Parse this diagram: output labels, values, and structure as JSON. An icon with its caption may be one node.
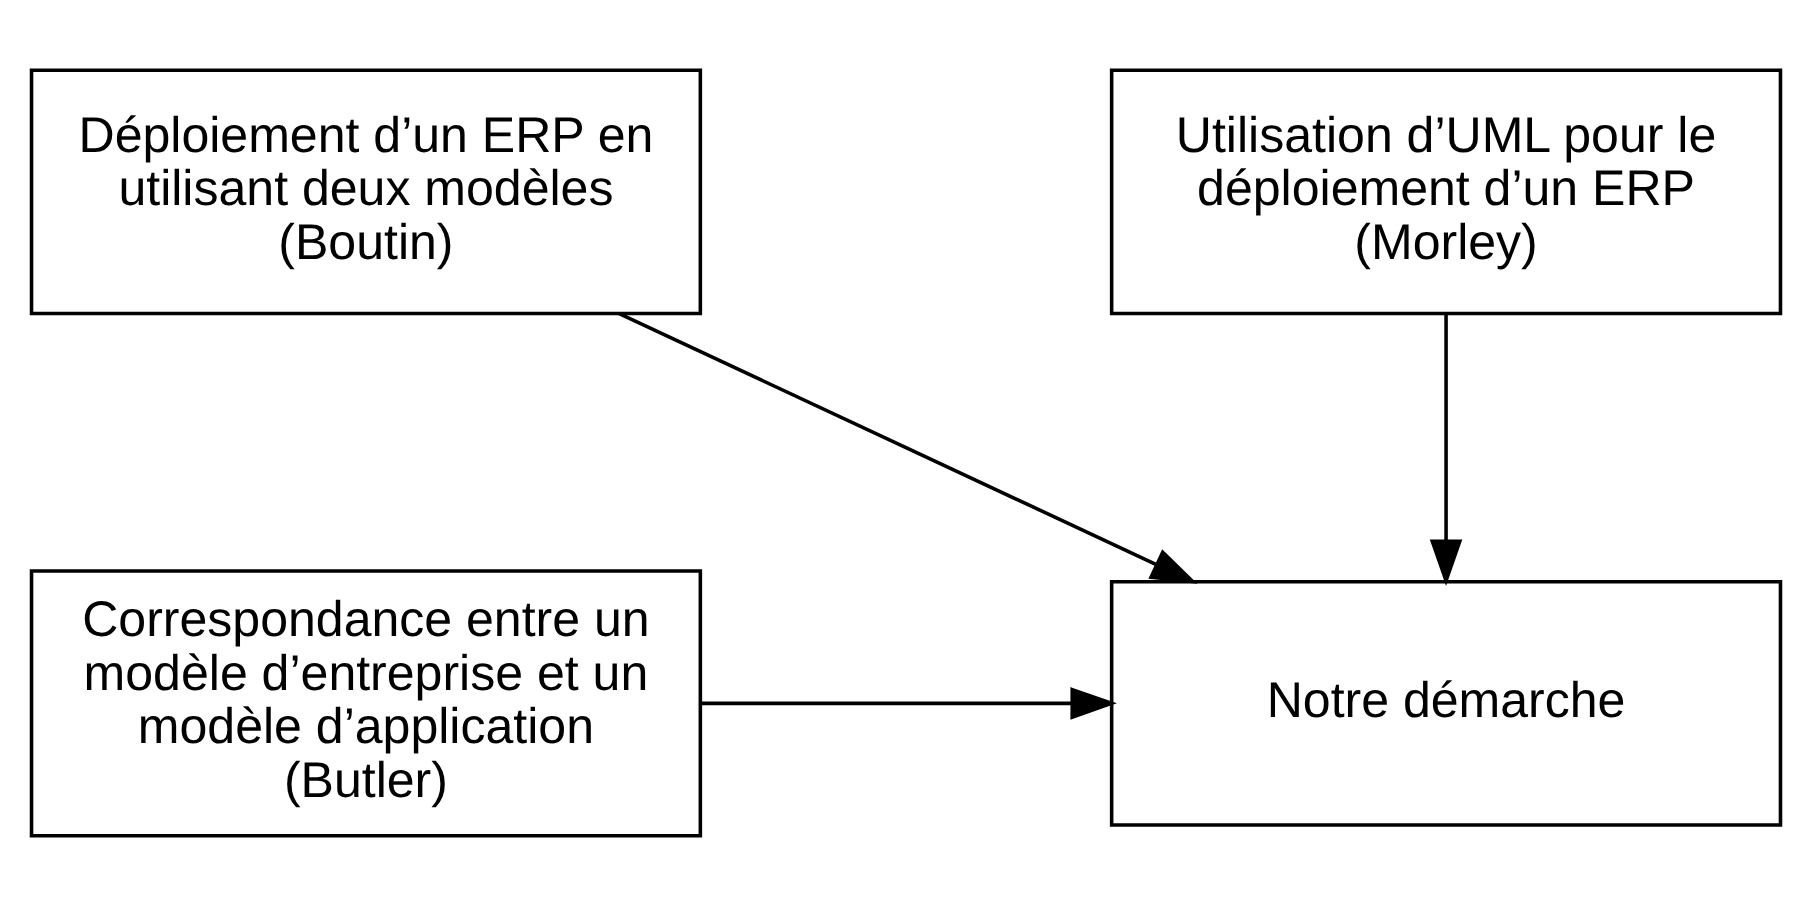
{
  "diagram": {
    "nodes": [
      {
        "text": [
          "Déploiement d’un ERP en utilisant deux modèles (Boutin)"
        ]
      },
      {
        "text": [
          "Utilisation d’UML pour le déploiement d’un ERP (Morley)"
        ]
      },
      {
        "text": [
          "Correspondance entre un modèle d’entreprise et un modèle d’application (Butler)"
        ]
      },
      {
        "text": [
          "Notre démarche"
        ]
      }
    ],
    "edges": [
      {
        "from": 0,
        "to": 3,
        "arrow": "to"
      },
      {
        "from": 1,
        "to": 3,
        "arrow": "to"
      },
      {
        "from": 2,
        "to": 3,
        "arrow": "to"
      }
    ]
  }
}
